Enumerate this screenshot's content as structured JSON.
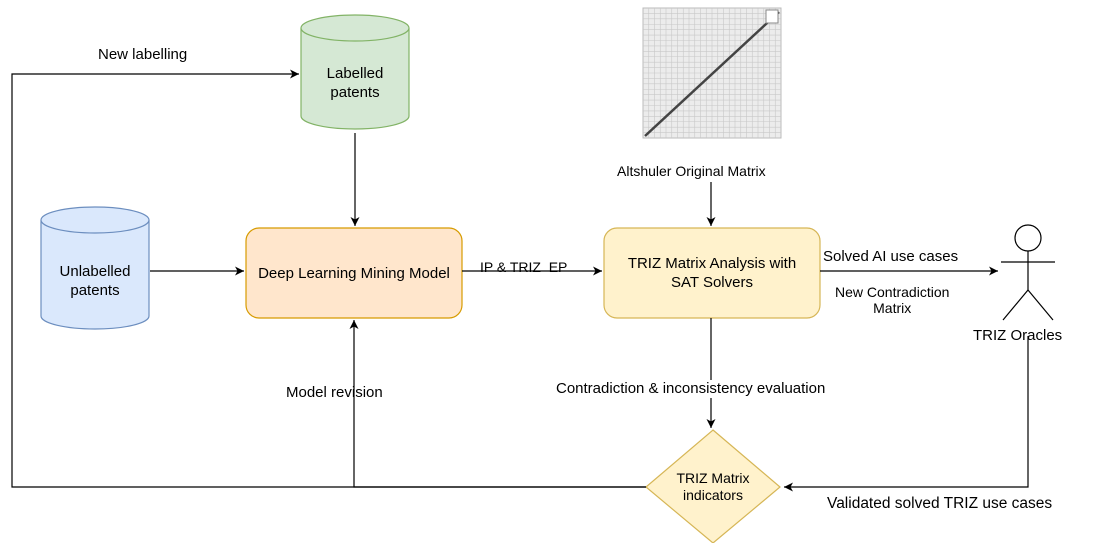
{
  "nodes": {
    "labelled": {
      "label": "Labelled\npatents",
      "fill": "#d5e8d4",
      "stroke": "#82b366"
    },
    "unlabelled": {
      "label": "Unlabelled\npatents",
      "fill": "#dae8fc",
      "stroke": "#6c8ebf"
    },
    "deep_learning": {
      "label": "Deep Learning Mining Model",
      "fill": "#ffe6cc",
      "stroke": "#d79b00"
    },
    "triz_analysis": {
      "label": "TRIZ Matrix Analysis with\nSAT Solvers",
      "fill": "#fff2cc",
      "stroke": "#d6b656"
    },
    "indicators": {
      "label": "TRIZ Matrix\nindicators",
      "fill": "#fff2cc",
      "stroke": "#d6b656"
    },
    "oracles": {
      "label": "TRIZ Oracles"
    },
    "matrix_image": {
      "label": "Altshuler Original Matrix"
    }
  },
  "edges": {
    "new_labelling": "New labelling",
    "ip_triz_ep": "IP & TRIZ  EP",
    "solved_ai": "Solved AI use cases",
    "new_contradiction": "New Contradiction\nMatrix",
    "model_revision": "Model revision",
    "contradiction_eval": "Contradiction & inconsistency evaluation",
    "validated": "Validated solved TRIZ use cases"
  }
}
